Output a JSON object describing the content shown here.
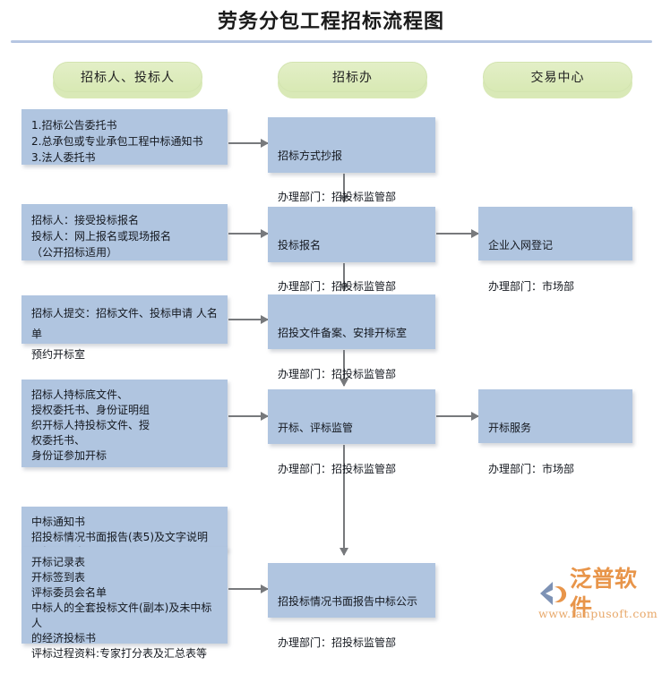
{
  "page": {
    "title": "劳务分包工程招标流程图"
  },
  "lanes": [
    {
      "id": "bidder",
      "label": "招标人、投标人"
    },
    {
      "id": "office",
      "label": "招标办"
    },
    {
      "id": "center",
      "label": "交易中心"
    }
  ],
  "colors": {
    "box_fill": "#b0c5e0",
    "lane_fill": "#d8e9b4",
    "connector": "#77797c",
    "rule": "#b6c6e2",
    "logo_orange": "#e8954a"
  },
  "column_left": [
    {
      "id": "left-1",
      "text": "1.招标公告委托书\n2.总承包或专业承包工程中标通知书\n3.法人委托书"
    },
    {
      "id": "left-2",
      "text": "招标人：接受投标报名\n投标人：网上报名或现场报名\n（公开招标适用）"
    },
    {
      "id": "left-3",
      "text": "招标人提交：招标文件、投标申请 人名单\n预约开标室"
    },
    {
      "id": "left-4",
      "text": "招标人持标底文件、\n授权委托书、身份证明组\n织开标人持投标文件、授\n权委托书、\n身份证参加开标"
    },
    {
      "id": "left-5a",
      "text": "中标通知书\n招投标情况书面报告(表5)及文字说明\n开标记录表"
    },
    {
      "id": "left-5b",
      "text": "开标记录表\n开标签到表\n评标委员会名单\n中标人的全套投标文件(副本)及未中标人\n的经济投标书\n评标过程资料:专家打分表及汇总表等"
    }
  ],
  "column_middle": [
    {
      "id": "mid-1",
      "title": "招标方式抄报",
      "dept": "办理部门：招投标监管部"
    },
    {
      "id": "mid-2",
      "title": "投标报名",
      "dept": "办理部门：招投标监管部"
    },
    {
      "id": "mid-3",
      "title": "招投文件备案、安排开标室",
      "dept": "办理部门：招投标监管部"
    },
    {
      "id": "mid-4",
      "title": "开标、评标监管",
      "dept": "办理部门：招投标监管部"
    },
    {
      "id": "mid-5",
      "title": "招投标情况书面报告中标公示",
      "dept": "办理部门：招投标监管部"
    }
  ],
  "column_right": [
    {
      "id": "right-1",
      "title": "企业入网登记",
      "dept": "办理部门：市场部"
    },
    {
      "id": "right-2",
      "title": "开标服务",
      "dept": "办理部门：市场部"
    }
  ],
  "logo": {
    "name": "泛普软件",
    "url": "www.fanpusoft.com"
  }
}
